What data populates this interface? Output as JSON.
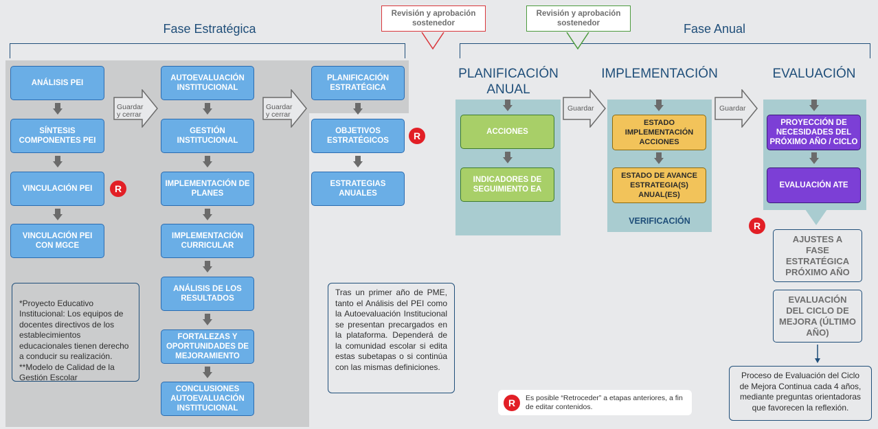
{
  "phases": {
    "strategic": "Fase Estratégica",
    "annual": "Fase Anual"
  },
  "reviews": {
    "left": "Revisión y aprobación sostenedor",
    "right": "Revisión y aprobación sostenedor"
  },
  "colors": {
    "red_review": "#d9353a",
    "green_review": "#4b9a3c",
    "navy": "#1f4e79",
    "blue_box": "#6aaee6",
    "green_box": "#a8cf68",
    "yellow_box": "#f2c35a",
    "purple_box": "#7c3fd6",
    "teal_panel": "#a9ccd0",
    "badge_red": "#e21f26"
  },
  "col1": [
    "ANÁLISIS PEI",
    "SÍNTESIS COMPONENTES PEI",
    "VINCULACIÓN PEI",
    "VINCULACIÓN PEI CON MGCE"
  ],
  "col2": [
    "AUTOEVALUACIÓN INSTITUCIONAL",
    "GESTIÓN INSTITUCIONAL",
    "IMPLEMENTACIÓN DE PLANES",
    "IMPLEMENTACIÓN CURRICULAR",
    "ANÁLISIS DE LOS RESULTADOS",
    "FORTALEZAS Y OPORTUNIDADES DE MEJORAMIENTO",
    "CONCLUSIONES AUTOEVALUACIÓN INSTITUCIONAL"
  ],
  "col3": [
    "PLANIFICACIÓN ESTRATÉGICA",
    "OBJETIVOS ESTRATÉGICOS",
    "ESTRATEGIAS ANUALES"
  ],
  "arrows": {
    "save_close_1": "Guardar y cerrar",
    "save_close_2": "Guardar y cerrar",
    "save_1": "Guardar",
    "save_2": "Guardar"
  },
  "badge": "R",
  "note_left": "*Proyecto Educativo Institucional: Los equipos de docentes directivos de los establecimientos educacionales tienen derecho a conducir su realización.\n**Modelo de Calidad de la Gestión Escolar",
  "note_middle": "Tras un primer año de PME, tanto el Análisis del PEI como la Autoevaluación Institucional se presentan precargados en la plataforma. Dependerá de la comunidad escolar si edita estas subetapas o si continúa con las mismas definiciones.",
  "stages": {
    "plan": {
      "title": "PLANIFICACIÓN ANUAL",
      "boxes": [
        "ACCIONES",
        "INDICADORES DE SEGUIMIENTO EA"
      ]
    },
    "impl": {
      "title": "IMPLEMENTACIÓN",
      "boxes": [
        "ESTADO IMPLEMENTACIÓN ACCIONES",
        "ESTADO DE AVANCE ESTRATEGIA(S) ANUAL(ES)"
      ],
      "footer": "VERIFICACIÓN"
    },
    "eval": {
      "title": "EVALUACIÓN",
      "boxes": [
        "PROYECCIÓN DE NECESIDADES DEL PRÓXIMO AÑO / CICLO",
        "EVALUACIÓN ATE"
      ]
    }
  },
  "outlines": [
    "AJUSTES A FASE ESTRATÉGICA PRÓXIMO AÑO",
    "EVALUACIÓN DEL CICLO DE MEJORA (ÚLTIMO AÑO)"
  ],
  "note_right": "Proceso de Evaluación del Ciclo de Mejora Continua cada 4 años, mediante preguntas orientadoras que favorecen la reflexión.",
  "legend": "Es posible “Retroceder” a etapas anteriores, a fin de editar contenidos."
}
